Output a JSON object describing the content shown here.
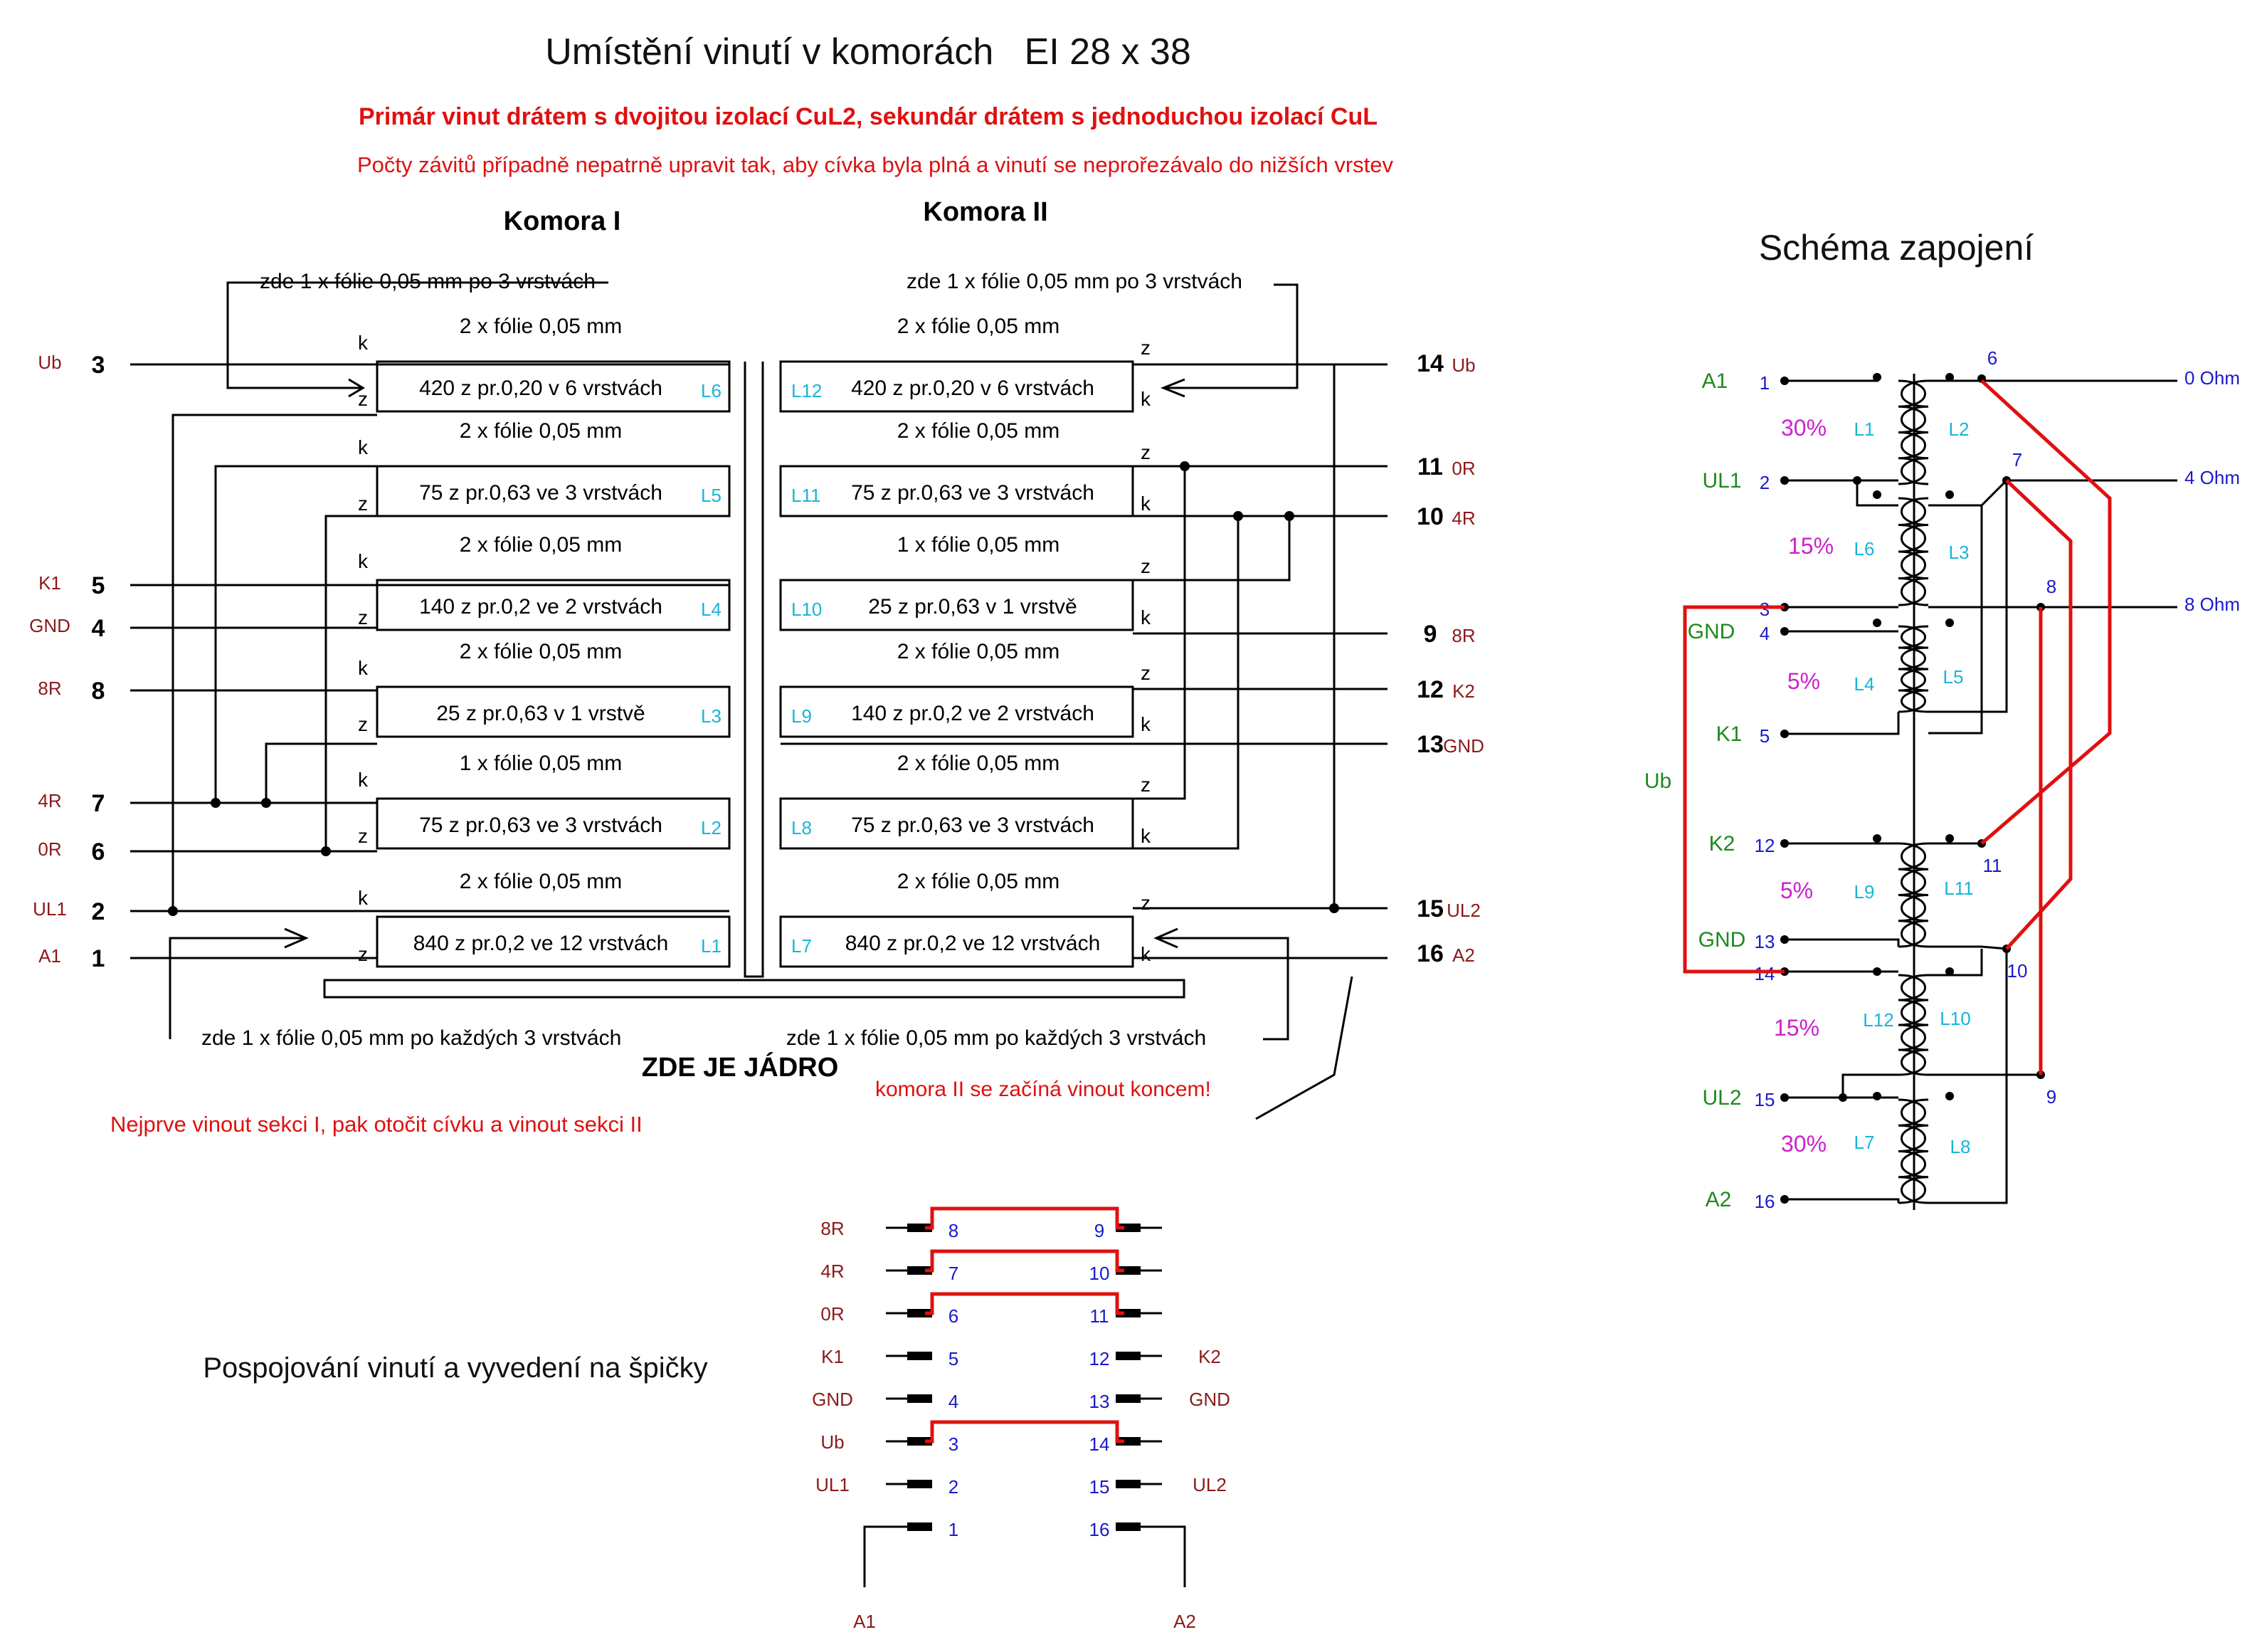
{
  "title": "Umístění vinutí v komorách   EI 28 x 38",
  "notes": {
    "wire": "Primár vinut drátem s dvojitou izolací CuL2, sekundár  drátem s jednoduchou izolací CuL",
    "turns": "Počty závitů případně nepatrně upravit tak, aby cívka byla plná a vinutí se neprořezávalo do nižších vrstev",
    "core": "ZDE JE JÁDRO",
    "start_end": "komora II se začíná vinout koncem!",
    "order": "Nejprve vinout sekci I,  pak otočit cívku  a vinout sekci II",
    "foil_k1_top": "zde 1 x fólie 0,05 mm po 3 vrstvách",
    "foil_k2_top": "zde 1 x fólie 0,05 mm po 3 vrstvách",
    "foil_k1_bottom": "zde 1 x fólie 0,05 mm po každých 3 vrstvách",
    "foil_k2_bottom": "zde 1 x fólie 0,05 mm po každých 3 vrstvách"
  },
  "colors": {
    "black": "#000000",
    "red": "#e01010",
    "dark_red": "#8b1a1a",
    "blue": "#1a1acc",
    "cyan": "#19b5d8",
    "green": "#1e8a1e",
    "magenta": "#cc22cc",
    "bridge": "#e01010"
  },
  "chamber1": {
    "heading": "Komora I",
    "windings": [
      {
        "spec": "420 z pr.0,20 v 6 vrstvách",
        "label": "L6",
        "top": "k",
        "bottom": "z",
        "foil": "2 x fólie 0,05 mm"
      },
      {
        "spec": "75 z pr.0,63 ve 3 vrstvách",
        "label": "L5",
        "top": "k",
        "bottom": "z",
        "foil": "2 x fólie 0,05 mm"
      },
      {
        "spec": "140 z pr.0,2 ve 2 vrstvách",
        "label": "L4",
        "top": "k",
        "bottom": "z",
        "foil": "2 x fólie 0,05 mm"
      },
      {
        "spec": "25 z pr.0,63 v 1 vrstvě",
        "label": "L3",
        "top": "k",
        "bottom": "z",
        "foil": "2 x fólie 0,05 mm"
      },
      {
        "spec": "75 z pr.0,63 ve 3 vrstvách",
        "label": "L2",
        "top": "k",
        "bottom": "z",
        "foil": "1 x fólie 0,05 mm"
      },
      {
        "spec": "840 z pr.0,2 ve 12 vrstvách",
        "label": "L1",
        "top": "k",
        "bottom": "z",
        "foil": "2 x fólie 0,05 mm"
      }
    ],
    "pins": [
      {
        "num": "3",
        "name": "Ub"
      },
      {
        "num": "5",
        "name": "K1"
      },
      {
        "num": "4",
        "name": "GND"
      },
      {
        "num": "8",
        "name": "8R"
      },
      {
        "num": "7",
        "name": "4R"
      },
      {
        "num": "6",
        "name": "0R"
      },
      {
        "num": "2",
        "name": "UL1"
      },
      {
        "num": "1",
        "name": "A1"
      }
    ]
  },
  "chamber2": {
    "heading": "Komora II",
    "windings": [
      {
        "spec": "420 z pr.0,20 v 6 vrstvách",
        "label": "L12",
        "top": "z",
        "bottom": "k",
        "foil": "2 x fólie 0,05 mm"
      },
      {
        "spec": "75 z pr.0,63 ve 3 vrstvách",
        "label": "L11",
        "top": "z",
        "bottom": "k",
        "foil": "2 x fólie 0,05 mm"
      },
      {
        "spec": "25 z pr.0,63 v 1 vrstvě",
        "label": "L10",
        "top": "z",
        "bottom": "k",
        "foil": "1 x fólie 0,05 mm"
      },
      {
        "spec": "140 z pr.0,2 ve 2 vrstvách",
        "label": "L9",
        "top": "z",
        "bottom": "k",
        "foil": "2 x fólie 0,05 mm"
      },
      {
        "spec": "75 z pr.0,63 ve 3 vrstvách",
        "label": "L8",
        "top": "z",
        "bottom": "k",
        "foil": "2 x fólie 0,05 mm"
      },
      {
        "spec": "840 z pr.0,2 ve 12 vrstvách",
        "label": "L7",
        "top": "z",
        "bottom": "k",
        "foil": "2 x fólie 0,05 mm"
      }
    ],
    "pins": [
      {
        "num": "14",
        "name": "Ub"
      },
      {
        "num": "11",
        "name": "0R"
      },
      {
        "num": "10",
        "name": "4R"
      },
      {
        "num": "9",
        "name": "8R"
      },
      {
        "num": "12",
        "name": "K2"
      },
      {
        "num": "13",
        "name": "GND"
      },
      {
        "num": "15",
        "name": "UL2"
      },
      {
        "num": "16",
        "name": "A2"
      }
    ]
  },
  "schema": {
    "title": "Schéma zapojení",
    "left_nodes": [
      {
        "name": "A1",
        "num": "1"
      },
      {
        "name": "UL1",
        "num": "2"
      },
      {
        "name": "",
        "num": "3"
      },
      {
        "name": "GND",
        "num": "4"
      },
      {
        "name": "K1",
        "num": "5"
      },
      {
        "name": "K2",
        "num": "12"
      },
      {
        "name": "GND",
        "num": "13"
      },
      {
        "name": "",
        "num": "14"
      },
      {
        "name": "UL2",
        "num": "15"
      },
      {
        "name": "A2",
        "num": "16"
      }
    ],
    "ub_label": "Ub",
    "right_nodes": [
      "6",
      "7",
      "8",
      "11",
      "10",
      "9"
    ],
    "outputs": [
      "0 Ohm",
      "4 Ohm",
      "8 Ohm"
    ],
    "left_coils": [
      "L1",
      "L6",
      "L4",
      "L9",
      "L12",
      "L7"
    ],
    "right_coils": [
      "L2",
      "L3",
      "L5",
      "L11",
      "L10",
      "L8"
    ],
    "percents": [
      "30%",
      "15%",
      "5%",
      "5%",
      "15%",
      "30%"
    ]
  },
  "pinout": {
    "title": "Pospojování vinutí  a vyvedení na špičky",
    "rows": [
      {
        "left_name": "8R",
        "left_num": "8",
        "right_num": "9",
        "right_name": ""
      },
      {
        "left_name": "4R",
        "left_num": "7",
        "right_num": "10",
        "right_name": ""
      },
      {
        "left_name": "0R",
        "left_num": "6",
        "right_num": "11",
        "right_name": ""
      },
      {
        "left_name": "K1",
        "left_num": "5",
        "right_num": "12",
        "right_name": "K2"
      },
      {
        "left_name": "GND",
        "left_num": "4",
        "right_num": "13",
        "right_name": "GND"
      },
      {
        "left_name": "Ub",
        "left_num": "3",
        "right_num": "14",
        "right_name": ""
      },
      {
        "left_name": "UL1",
        "left_num": "2",
        "right_num": "15",
        "right_name": "UL2"
      },
      {
        "left_name": "",
        "left_num": "1",
        "right_num": "16",
        "right_name": ""
      }
    ],
    "bottom_left": "A1",
    "bottom_right": "A2"
  }
}
